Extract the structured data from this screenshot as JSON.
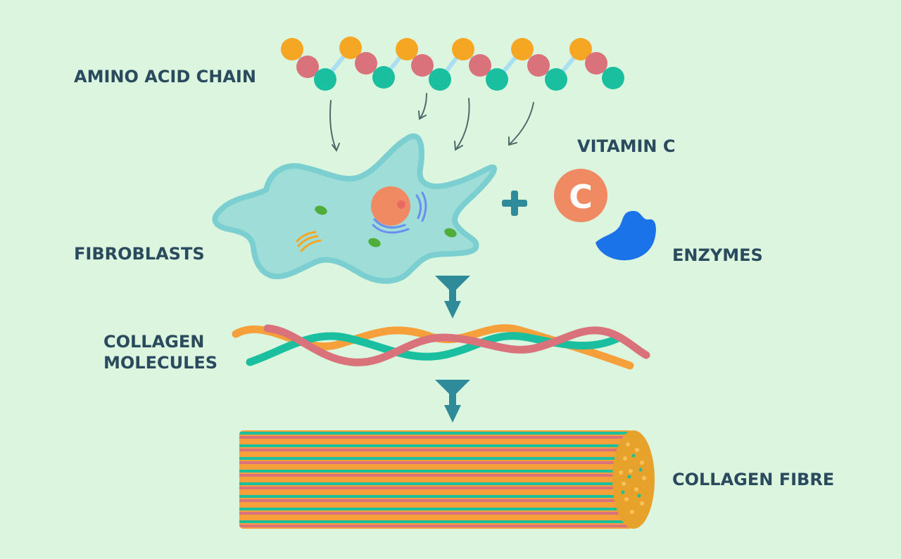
{
  "labels": {
    "amino_acid_chain": "AMINO ACID CHAIN",
    "vitamin_c": "VITAMIN  C",
    "fibroblasts": "FIBROBLASTS",
    "enzymes": "ENZYMES",
    "collagen_line1": "COLLAGEN",
    "collagen_line2": "MOLECULES",
    "collagen_fibre": "COLLAGEN FIBRE",
    "vitamin_c_symbol": "C",
    "plus_symbol": "+"
  },
  "colors": {
    "background": "#dcf5de",
    "label_text": "#2a4a5e",
    "amino_orange": "#f5a623",
    "amino_red": "#d9727a",
    "amino_teal": "#1abfa0",
    "amino_link": "#a9dff2",
    "cell_body": "#9fded8",
    "cell_outline": "#7ccfd0",
    "nucleus": "#ef8a63",
    "vitamin_c": "#ef8a63",
    "enzyme": "#1a73e8",
    "arrow": "#2f8a9a",
    "strand_orange": "#f5a03a",
    "strand_teal": "#1abfa0",
    "strand_pink": "#d9727a"
  },
  "icons": [
    "amino-acid-bead",
    "cell-organelle",
    "vitamin-c-badge",
    "enzyme-shape",
    "down-arrow"
  ]
}
